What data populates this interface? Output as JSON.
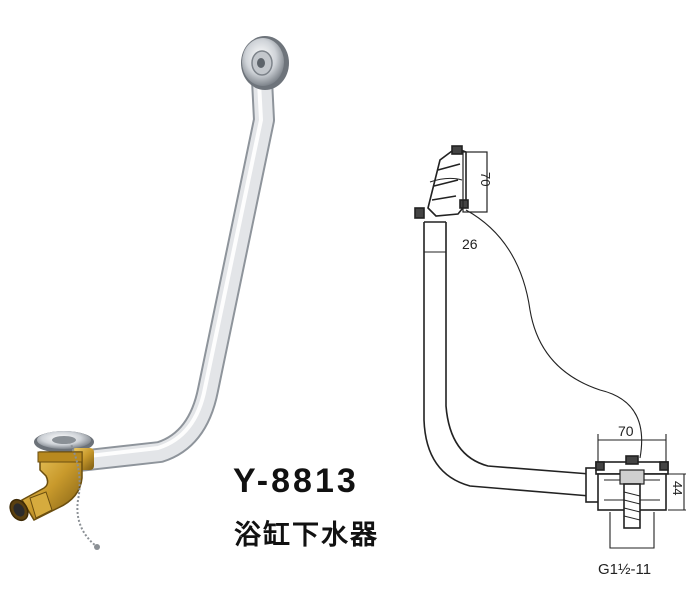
{
  "product": {
    "model": "Y-8813",
    "name": "浴缸下水器"
  },
  "dimensions": {
    "overflow_height": "70",
    "overflow_offset": "26",
    "drain_width": "70",
    "drain_height": "44",
    "thread_spec": "G1½-11"
  },
  "colors": {
    "pipe_chrome": "#e3e5e8",
    "brass": "#c99a2c",
    "line_drawing": "#222222"
  }
}
